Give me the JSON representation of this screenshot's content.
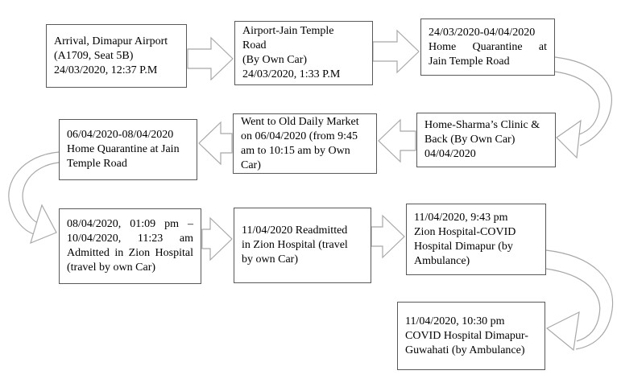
{
  "colors": {
    "background": "#ffffff",
    "box_border": "#595959",
    "box_fill": "#ffffff",
    "arrow_stroke": "#a8a8a8",
    "text": "#000000"
  },
  "flow": {
    "boxes": [
      {
        "name": "arrival-dimapur-airport",
        "lines": [
          "Arrival, Dimapur Airport",
          "(A1709, Seat 5B)",
          "24/03/2020, 12:37 P.M"
        ]
      },
      {
        "name": "airport-to-jain-temple-road",
        "lines": [
          "Airport-Jain Temple",
          "Road",
          "(By Own Car)",
          "24/03/2020, 1:33 P.M"
        ]
      },
      {
        "name": "home-quarantine-jain-temple-road-1",
        "lines": [
          "24/03/2020-04/04/2020",
          "Home Quarantine at",
          "Jain Temple Road"
        ]
      },
      {
        "name": "home-sharma-clinic-and-back",
        "lines": [
          "Home-Sharma’s Clinic &",
          "Back (By Own Car)",
          "04/04/2020"
        ]
      },
      {
        "name": "old-daily-market-visit",
        "lines": [
          "Went to Old Daily Market",
          "on 06/04/2020 (from 9:45",
          "am to 10:15 am by Own",
          "Car)"
        ]
      },
      {
        "name": "home-quarantine-jain-temple-road-2",
        "lines": [
          "06/04/2020-08/04/2020",
          "Home Quarantine at Jain",
          "Temple Road"
        ]
      },
      {
        "name": "zion-hospital-admission",
        "lines": [
          "08/04/2020, 01:09 pm –",
          "10/04/2020, 11:23 am",
          "Admitted in Zion Hospital",
          "(travel by own Car)"
        ]
      },
      {
        "name": "zion-hospital-readmission",
        "lines": [
          "11/04/2020 Readmitted",
          "in Zion Hospital (travel",
          "by own Car)"
        ]
      },
      {
        "name": "zion-to-covid-hospital-dimapur",
        "lines": [
          "11/04/2020, 9:43 pm",
          "Zion Hospital-COVID",
          "Hospital Dimapur (by",
          "Ambulance)"
        ]
      },
      {
        "name": "covid-hospital-dimapur-to-guwahati",
        "lines": [
          "11/04/2020, 10:30 pm",
          "COVID Hospital Dimapur-",
          "Guwahati (by Ambulance)"
        ]
      }
    ],
    "connections": [
      {
        "from": 1,
        "to": 2,
        "type": "block-arrow-right"
      },
      {
        "from": 2,
        "to": 3,
        "type": "block-arrow-right"
      },
      {
        "from": 3,
        "to": 4,
        "type": "curved-arrow-down"
      },
      {
        "from": 4,
        "to": 5,
        "type": "block-arrow-left"
      },
      {
        "from": 5,
        "to": 6,
        "type": "block-arrow-left"
      },
      {
        "from": 6,
        "to": 7,
        "type": "curved-arrow-down"
      },
      {
        "from": 7,
        "to": 8,
        "type": "block-arrow-right"
      },
      {
        "from": 8,
        "to": 9,
        "type": "block-arrow-right"
      },
      {
        "from": 9,
        "to": 10,
        "type": "curved-arrow-down"
      }
    ]
  }
}
